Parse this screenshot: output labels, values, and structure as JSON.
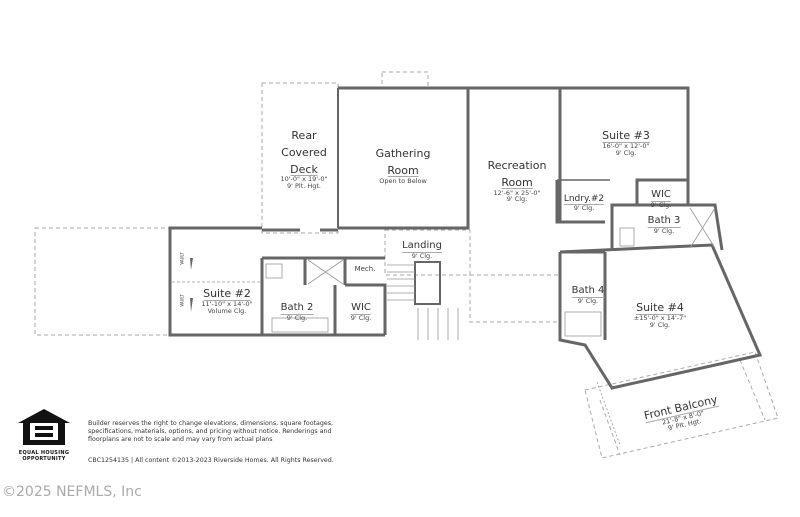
{
  "rooms": {
    "rear_deck": {
      "name_lines": [
        "Rear",
        "Covered",
        "Deck"
      ],
      "dims": "10'-0\" x 19'-0\"",
      "ceiling": "9' Plt. Hgt."
    },
    "gathering": {
      "name_lines": [
        "Gathering",
        "Room"
      ],
      "note": "Open to Below"
    },
    "recreation": {
      "name_lines": [
        "Recreation",
        "Room"
      ],
      "dims": "12'-6\" x 25'-0\"",
      "ceiling": "9' Clg."
    },
    "suite3": {
      "name": "Suite #3",
      "dims": "16'-0\" x 12'-0\"",
      "ceiling": "9' Clg."
    },
    "laundry2": {
      "name": "Lndry.#2",
      "ceiling": "9' Clg."
    },
    "wic3": {
      "name": "WIC",
      "ceiling": "9' Clg."
    },
    "bath3": {
      "name": "Bath 3",
      "ceiling": "9' Clg."
    },
    "landing": {
      "name": "Landing",
      "ceiling": "9' Clg."
    },
    "mech": {
      "name": "Mech."
    },
    "suite2": {
      "name": "Suite #2",
      "dims": "11'-10\" x 14'-0\"",
      "ceiling": "Volume Clg.",
      "vault_label": "VAULT"
    },
    "bath2": {
      "name": "Bath 2",
      "ceiling": "9' Clg."
    },
    "wic2": {
      "name": "WIC",
      "ceiling": "9' Clg."
    },
    "bath4": {
      "name": "Bath 4",
      "ceiling": "9' Clg."
    },
    "suite4": {
      "name": "Suite #4",
      "dims": "±15'-0\" x 14'-7\"",
      "ceiling": "9' Clg."
    },
    "balcony": {
      "name": "Front Balcony",
      "dims": "21'-8\" x 8'-0\"",
      "ceiling": "9' Plt. Hgt."
    }
  },
  "footer": {
    "logo_text": [
      "EQUAL HOUSING",
      "OPPORTUNITY"
    ],
    "disclaimer": "Builder reserves the right to change elevations, dimensions, square footages, specifications, materials, options, and pricing without notice. Renderings and floorplans are not to scale and may vary from actual plans",
    "copyright": "CBC1254135 | All content ©2013-2023 Riverside Homes. All Rights Reserved."
  },
  "watermark": "©2025 NEFMLS, Inc",
  "colors": {
    "wall": "#666666",
    "dashed": "#aaaaaa"
  }
}
